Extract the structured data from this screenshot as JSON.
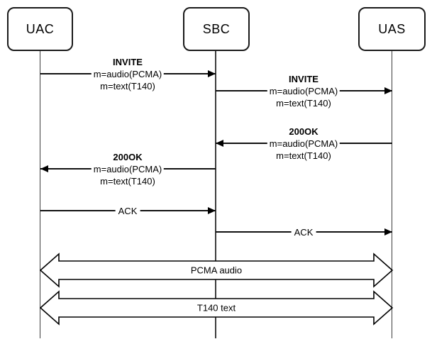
{
  "diagram_type": "sip-call-flow-sequence-diagram",
  "participants": [
    {
      "label": "UAC"
    },
    {
      "label": "SBC"
    },
    {
      "label": "UAS"
    }
  ],
  "messages": [
    {
      "name": "INVITE",
      "from": "UAC",
      "to": "SBC",
      "params": [
        "m=audio(PCMA)",
        "m=text(T140)"
      ]
    },
    {
      "name": "INVITE",
      "from": "SBC",
      "to": "UAS",
      "params": [
        "m=audio(PCMA)",
        "m=text(T140)"
      ]
    },
    {
      "name": "200OK",
      "from": "UAS",
      "to": "SBC",
      "params": [
        "m=audio(PCMA)",
        "m=text(T140)"
      ]
    },
    {
      "name": "200OK",
      "from": "SBC",
      "to": "UAC",
      "params": [
        "m=audio(PCMA)",
        "m=text(T140)"
      ]
    },
    {
      "name": "ACK",
      "from": "UAC",
      "to": "SBC",
      "params": []
    },
    {
      "name": "ACK",
      "from": "SBC",
      "to": "UAS",
      "params": []
    }
  ],
  "media_streams": [
    {
      "label": "PCMA audio",
      "between": [
        "UAC",
        "UAS"
      ]
    },
    {
      "label": "T140 text",
      "between": [
        "UAC",
        "UAS"
      ]
    }
  ],
  "colors": {
    "background": "#ffffff",
    "line": "#000000",
    "lifeline": "#3d3d3d"
  }
}
